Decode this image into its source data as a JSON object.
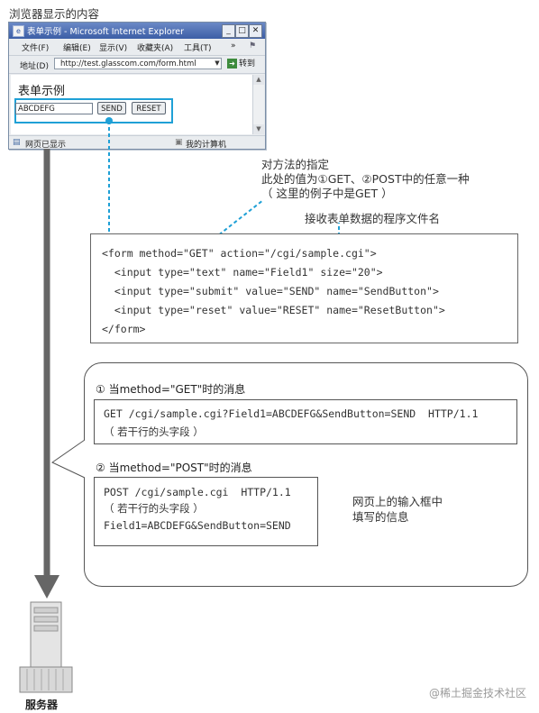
{
  "top_caption": "浏览器显示的内容",
  "browser": {
    "title": "表单示例 - Microsoft Internet Explorer",
    "menu": [
      "文件(F)",
      "编辑(E)",
      "显示(V)",
      "收藏夹(A)",
      "工具(T)",
      "»"
    ],
    "address_label": "地址(D)",
    "address_value": "http://test.glasscom.com/form.html",
    "go_label": "转到",
    "form_heading": "表单示例",
    "field_value": "ABCDEFG",
    "send_label": "SEND",
    "reset_label": "RESET",
    "status_left": "网页已显示",
    "status_right": "我的计算机"
  },
  "annotations": {
    "method_note": [
      "对方法的指定",
      "此处的值为①GET、②POST中的任意一种",
      "（ 这里的例子中是GET ）"
    ],
    "action_note": "接收表单数据的程序文件名",
    "input_note": [
      "网页上的输入框中",
      "填写的信息"
    ]
  },
  "code_lines": [
    "<form method=\"GET\" action=\"/cgi/sample.cgi\">",
    "  <input type=\"text\" name=\"Field1\" size=\"20\">",
    "  <input type=\"submit\" value=\"SEND\" name=\"SendButton\">",
    "  <input type=\"reset\" value=\"RESET\" name=\"ResetButton\">",
    "</form>"
  ],
  "get_message": {
    "heading": "① 当method=\"GET\"时的消息",
    "line1": "GET /cgi/sample.cgi?Field1=ABCDEFG&SendButton=SEND  HTTP/1.1",
    "line2": "（ 若干行的头字段 ）"
  },
  "post_message": {
    "heading": "② 当method=\"POST\"时的消息",
    "line1": "POST /cgi/sample.cgi  HTTP/1.1",
    "line2": "（ 若干行的头字段 ）",
    "line3": "Field1=ABCDEFG&SendButton=SEND"
  },
  "server_label": "服务器",
  "watermark": "@稀土掘金技术社区",
  "colors": {
    "accent": "#1fa0d6",
    "arrow": "#666666"
  }
}
